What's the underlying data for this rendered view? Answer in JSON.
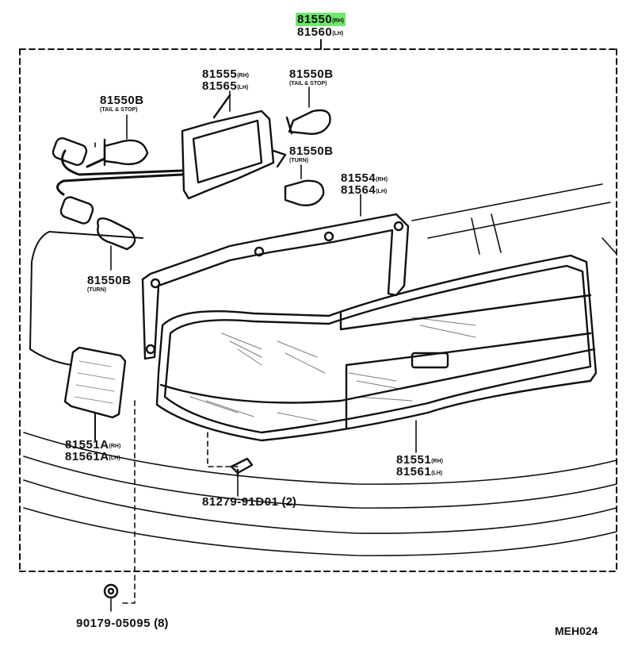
{
  "assembly": {
    "rh_number": "81550",
    "rh_side": "(RH)",
    "lh_number": "81560",
    "lh_side": "(LH)"
  },
  "parts": {
    "socket": {
      "rh_number": "81555",
      "rh_side": "(RH)",
      "lh_number": "81565",
      "lh_side": "(LH)"
    },
    "bulb_tail_right": {
      "number": "81550B",
      "note": "(TAIL & STOP)"
    },
    "bulb_tail_left": {
      "number": "81550B",
      "note": "(TAIL & STOP)"
    },
    "bulb_turn_right": {
      "number": "81550B",
      "note": "(TURN)"
    },
    "bulb_turn_left": {
      "number": "81550B",
      "note": "(TURN)"
    },
    "gasket": {
      "rh_number": "81554",
      "rh_side": "(RH)",
      "lh_number": "81564",
      "lh_side": "(LH)"
    },
    "reflector": {
      "rh_number": "81551A",
      "rh_side": "(RH)",
      "lh_number": "81561A",
      "lh_side": "(LH)"
    },
    "lens": {
      "rh_number": "81551",
      "rh_side": "(RH)",
      "lh_number": "81561",
      "lh_side": "(LH)"
    },
    "screw": {
      "number": "81279-91D01",
      "qty": "(2)"
    },
    "nut": {
      "number": "90179-05095",
      "qty": "(8)"
    }
  },
  "diagram_code": "MEH024",
  "colors": {
    "highlight": "#6ee86e",
    "ink": "#111111"
  }
}
